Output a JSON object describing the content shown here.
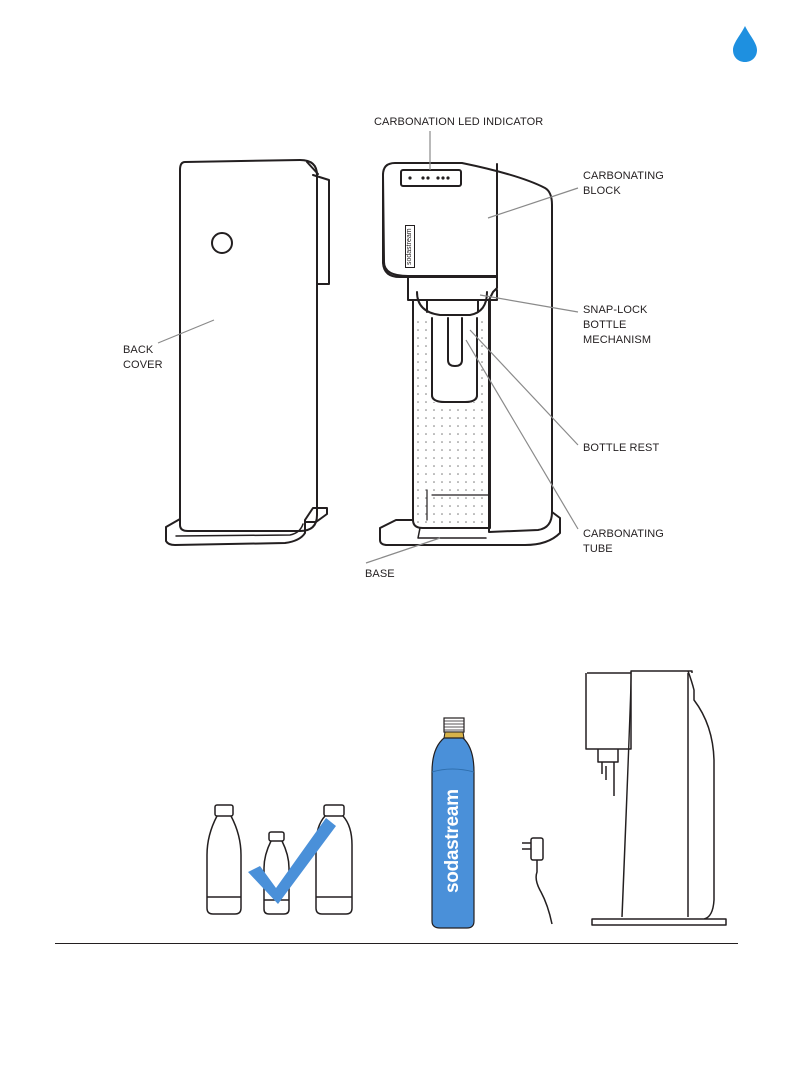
{
  "colors": {
    "accent_blue": "#4a90d9",
    "line": "#231f20",
    "leader": "#8a8a8a",
    "cylinder_cap": "#d6b24a"
  },
  "page_icon": "water-drop-icon",
  "labels": {
    "led_indicator": "CARBONATION LED INDICATOR",
    "carbonating_block": "CARBONATING\nBLOCK",
    "back_cover": "BACK\nCOVER",
    "snap_lock": "SNAP-LOCK\nBOTTLE\nMECHANISM",
    "bottle_rest": "BOTTLE REST",
    "carbonating_tube": "CARBONATING\nTUBE",
    "base": "BASE"
  },
  "brand": {
    "device_logo": "sodastream",
    "cylinder_logo": "sodastream"
  }
}
